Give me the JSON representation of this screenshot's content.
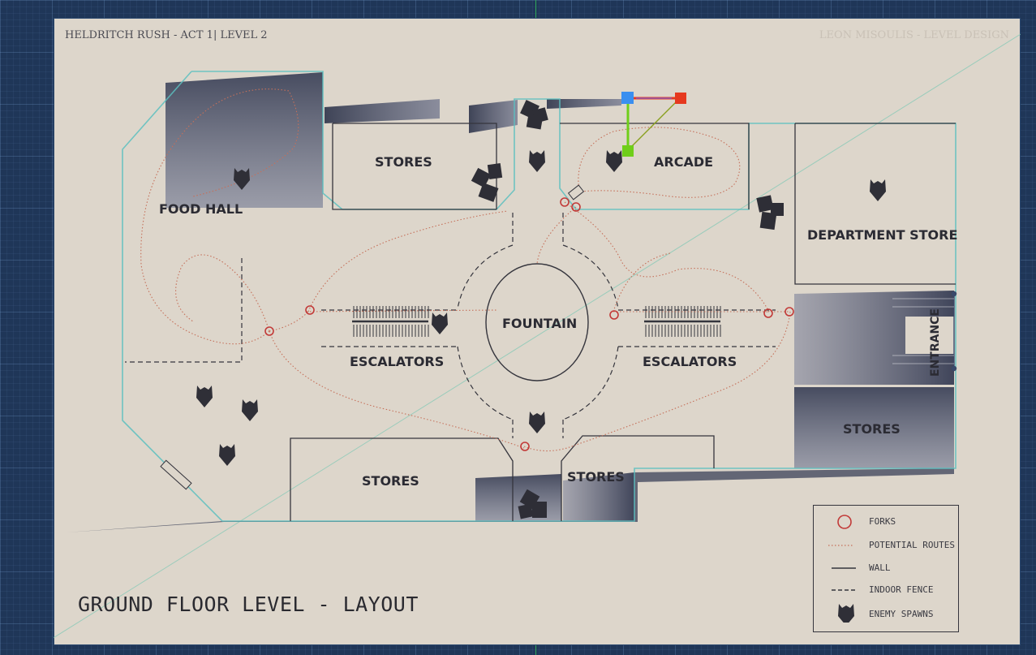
{
  "header": {
    "left": "HELDRITCH RUSH - ACT 1| LEVEL 2",
    "right": "LEON MISOULIS - LEVEL DESIGN"
  },
  "title": "GROUND FLOOR LEVEL -  LAYOUT",
  "areas": {
    "food_hall": "FOOD HALL",
    "stores_top": "STORES",
    "arcade": "ARCADE",
    "department_store": "DEPARTMENT STORE",
    "fountain": "FOUNTAIN",
    "escalators_left": "ESCALATORS",
    "escalators_right": "ESCALATORS",
    "entrance": "ENTRANCE",
    "stores_right": "STORES",
    "stores_bottom_left": "STORES",
    "stores_bottom_mid": "STORES"
  },
  "legend": [
    {
      "label": "FORKS",
      "symbol": "circle"
    },
    {
      "label": "POTENTIAL ROUTES",
      "symbol": "dotted-line"
    },
    {
      "label": "WALL",
      "symbol": "solid-line"
    },
    {
      "label": "INDOOR FENCE",
      "symbol": "dashed-line"
    },
    {
      "label": "ENEMY SPAWNS",
      "symbol": "spawn-icon"
    }
  ],
  "colors": {
    "background": "#1f3658",
    "sheet": "#ddd6cb",
    "wall": "#35353d",
    "route": "#c5705a",
    "fork": "#c23a38",
    "shade": "#4b5064",
    "outline": "#5cc0c0",
    "gizmo_x": "#e6391f",
    "gizmo_y": "#6fce1a",
    "gizmo_center": "#3a8ff0"
  }
}
